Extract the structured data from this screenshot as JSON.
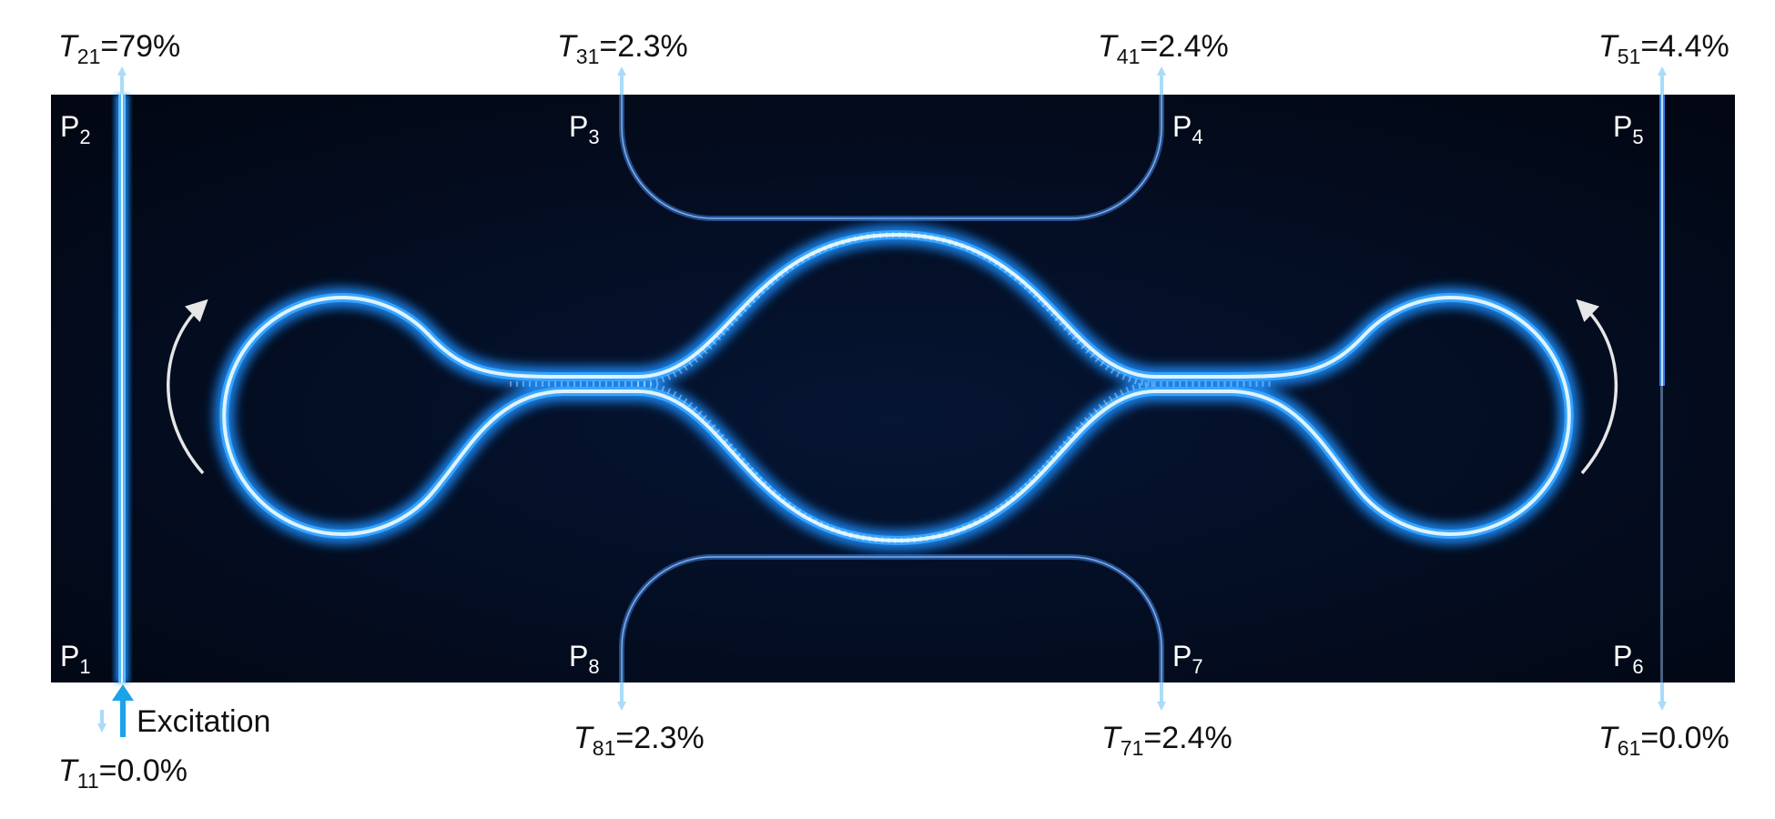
{
  "ports": {
    "p1": {
      "letter": "P",
      "sub": "1"
    },
    "p2": {
      "letter": "P",
      "sub": "2"
    },
    "p3": {
      "letter": "P",
      "sub": "3"
    },
    "p4": {
      "letter": "P",
      "sub": "4"
    },
    "p5": {
      "letter": "P",
      "sub": "5"
    },
    "p6": {
      "letter": "P",
      "sub": "6"
    },
    "p7": {
      "letter": "P",
      "sub": "7"
    },
    "p8": {
      "letter": "P",
      "sub": "8"
    }
  },
  "transmissions": {
    "t21": {
      "symbol": "T",
      "sub": "21",
      "value": "=79%"
    },
    "t31": {
      "symbol": "T",
      "sub": "31",
      "value": "=2.3%"
    },
    "t41": {
      "symbol": "T",
      "sub": "41",
      "value": "=2.4%"
    },
    "t51": {
      "symbol": "T",
      "sub": "51",
      "value": "=4.4%"
    },
    "t81": {
      "symbol": "T",
      "sub": "81",
      "value": "=2.3%"
    },
    "t71": {
      "symbol": "T",
      "sub": "71",
      "value": "=2.4%"
    },
    "t61": {
      "symbol": "T",
      "sub": "61",
      "value": "=0.0%"
    },
    "t11": {
      "symbol": "T",
      "sub": "11",
      "value": "=0.0%"
    }
  },
  "excitation_label": "Excitation",
  "colors": {
    "background": "#03091a",
    "waveguide_glow": "#1f8fff",
    "waveguide_core": "#dff3ff",
    "arrow_light": "#a9dcf7",
    "arrow_excitation": "#1aa3e8",
    "rotation_arrow": "#e6e6e6"
  }
}
